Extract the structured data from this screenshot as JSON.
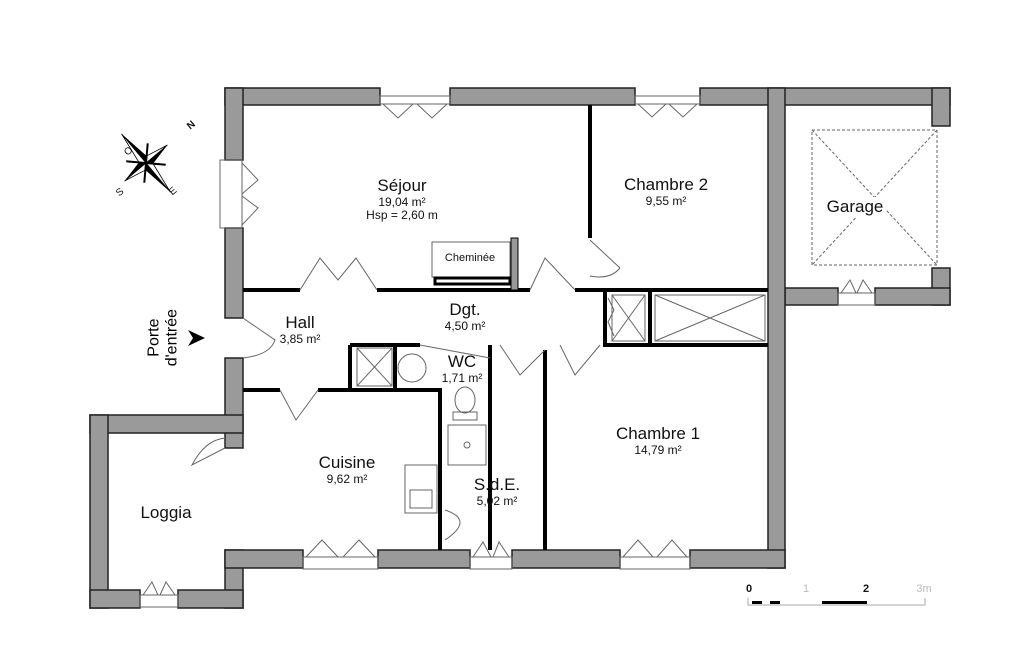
{
  "rooms": [
    {
      "name": "Séjour",
      "area": "19,04 m²",
      "extra": "Hsp = 2,60 m"
    },
    {
      "name": "Chambre 2",
      "area": "9,55 m²"
    },
    {
      "name": "Garage"
    },
    {
      "name": "Hall",
      "area": "3,85 m²"
    },
    {
      "name": "Dgt.",
      "area": "4,50 m²"
    },
    {
      "name": "WC",
      "area": "1,71 m²"
    },
    {
      "name": "Chambre 1",
      "area": "14,79 m²"
    },
    {
      "name": "Cuisine",
      "area": "9,62 m²"
    },
    {
      "name": "S.d.E.",
      "area": "5,02 m²"
    },
    {
      "name": "Loggia"
    }
  ],
  "fixtures": {
    "fireplace": "Cheminée"
  },
  "entrance": {
    "line1": "Porte",
    "line2": "d'entrée"
  },
  "compass": {
    "n": "N",
    "s": "S",
    "e": "E",
    "o": "O"
  },
  "scale": {
    "t0": "0",
    "t1": "1",
    "t2": "2",
    "t3": "3m"
  }
}
